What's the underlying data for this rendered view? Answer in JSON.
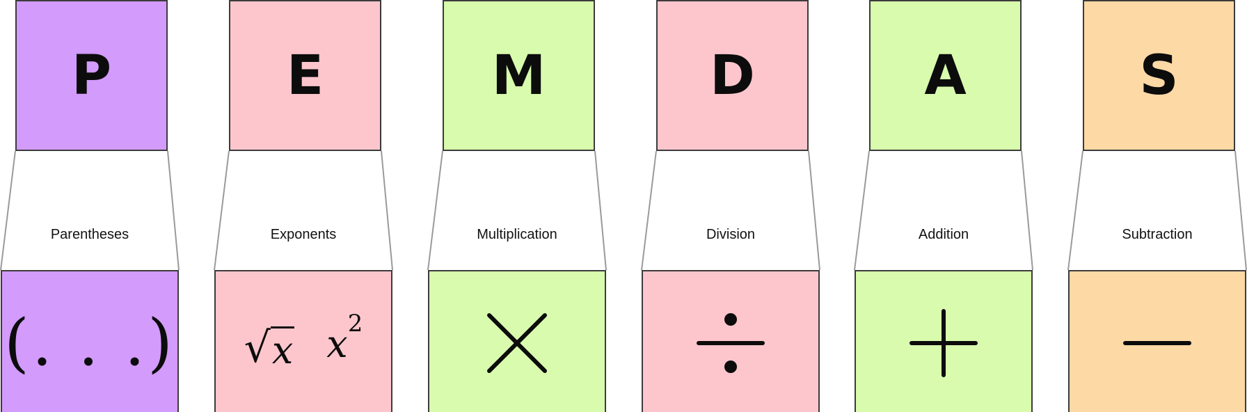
{
  "steps": [
    {
      "letter": "P",
      "label": "Parentheses",
      "symbol": "(. . .)",
      "symbol_icon": "parentheses-icon",
      "color": "#d39bfb"
    },
    {
      "letter": "E",
      "label": "Exponents",
      "symbol_sqrt": "√",
      "symbol_var": "x",
      "symbol_base": "x",
      "symbol_sup": "2",
      "symbol_icon": "exponents-icon",
      "color": "#fdc6cd"
    },
    {
      "letter": "M",
      "label": "Multiplication",
      "symbol_icon": "multiply-icon",
      "color": "#d9fbae"
    },
    {
      "letter": "D",
      "label": "Division",
      "symbol_icon": "divide-icon",
      "color": "#fdc6cd"
    },
    {
      "letter": "A",
      "label": "Addition",
      "symbol_icon": "plus-icon",
      "color": "#d9fbae"
    },
    {
      "letter": "S",
      "label": "Subtraction",
      "symbol_icon": "minus-icon",
      "color": "#fdd9a6"
    }
  ]
}
